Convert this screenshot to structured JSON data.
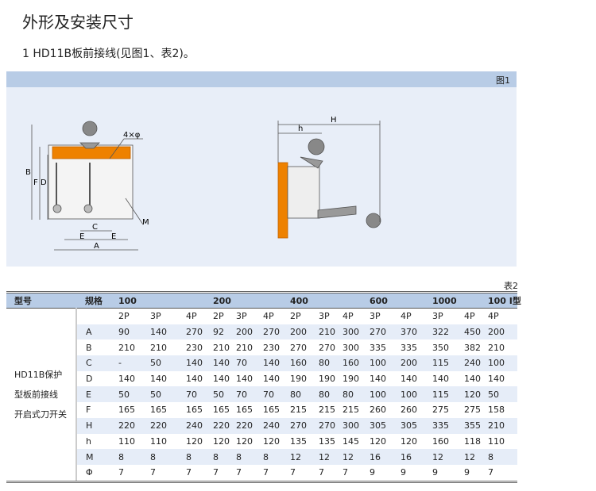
{
  "title": "外形及安装尺寸",
  "subtitle": "1 HD11B板前接线(见图1、表2)。",
  "figure": {
    "label": "图1",
    "front_labels": {
      "B": "B",
      "F": "F",
      "D": "D",
      "C": "C",
      "E": "E",
      "A": "A",
      "M": "M",
      "phi": "4×φ"
    },
    "side_labels": {
      "H": "H",
      "h": "h"
    }
  },
  "table_label": "表2",
  "table": {
    "header": {
      "model": "型号",
      "spec": "规格",
      "groups": [
        "100",
        "200",
        "400",
        "600",
        "1000",
        "100 I型"
      ]
    },
    "poles": [
      "2P",
      "3P",
      "4P",
      "2P",
      "3P",
      "4P",
      "2P",
      "3P",
      "4P",
      "3P",
      "4P",
      "3P",
      "4P",
      "4P"
    ],
    "model_lines": [
      "HD11B保护",
      "型板前接线",
      "开启式刀开关"
    ],
    "rows": [
      {
        "name": "A",
        "values": [
          "90",
          "140",
          "270",
          "92",
          "200",
          "270",
          "200",
          "210",
          "300",
          "270",
          "370",
          "322",
          "450",
          "200"
        ]
      },
      {
        "name": "B",
        "values": [
          "210",
          "210",
          "230",
          "210",
          "210",
          "230",
          "270",
          "270",
          "300",
          "335",
          "335",
          "350",
          "382",
          "210"
        ]
      },
      {
        "name": "C",
        "values": [
          "-",
          "50",
          "140",
          "140",
          "70",
          "140",
          "160",
          "80",
          "160",
          "100",
          "200",
          "115",
          "240",
          "100"
        ]
      },
      {
        "name": "D",
        "values": [
          "140",
          "140",
          "140",
          "140",
          "140",
          "140",
          "190",
          "190",
          "190",
          "140",
          "140",
          "140",
          "140",
          "140"
        ]
      },
      {
        "name": "E",
        "values": [
          "50",
          "50",
          "70",
          "50",
          "70",
          "70",
          "80",
          "80",
          "80",
          "100",
          "100",
          "115",
          "120",
          "50"
        ]
      },
      {
        "name": "F",
        "values": [
          "165",
          "165",
          "165",
          "165",
          "165",
          "165",
          "215",
          "215",
          "215",
          "260",
          "260",
          "275",
          "275",
          "158"
        ]
      },
      {
        "name": "H",
        "values": [
          "220",
          "220",
          "240",
          "220",
          "220",
          "240",
          "270",
          "270",
          "300",
          "305",
          "305",
          "335",
          "355",
          "210"
        ]
      },
      {
        "name": "h",
        "values": [
          "110",
          "110",
          "120",
          "120",
          "120",
          "120",
          "135",
          "135",
          "145",
          "120",
          "120",
          "160",
          "118",
          "110"
        ]
      },
      {
        "name": "M",
        "values": [
          "8",
          "8",
          "8",
          "8",
          "8",
          "8",
          "12",
          "12",
          "12",
          "16",
          "16",
          "12",
          "12",
          "8"
        ]
      },
      {
        "name": "Φ",
        "values": [
          "7",
          "7",
          "7",
          "7",
          "7",
          "7",
          "7",
          "7",
          "7",
          "9",
          "9",
          "9",
          "9",
          "7"
        ]
      }
    ]
  }
}
